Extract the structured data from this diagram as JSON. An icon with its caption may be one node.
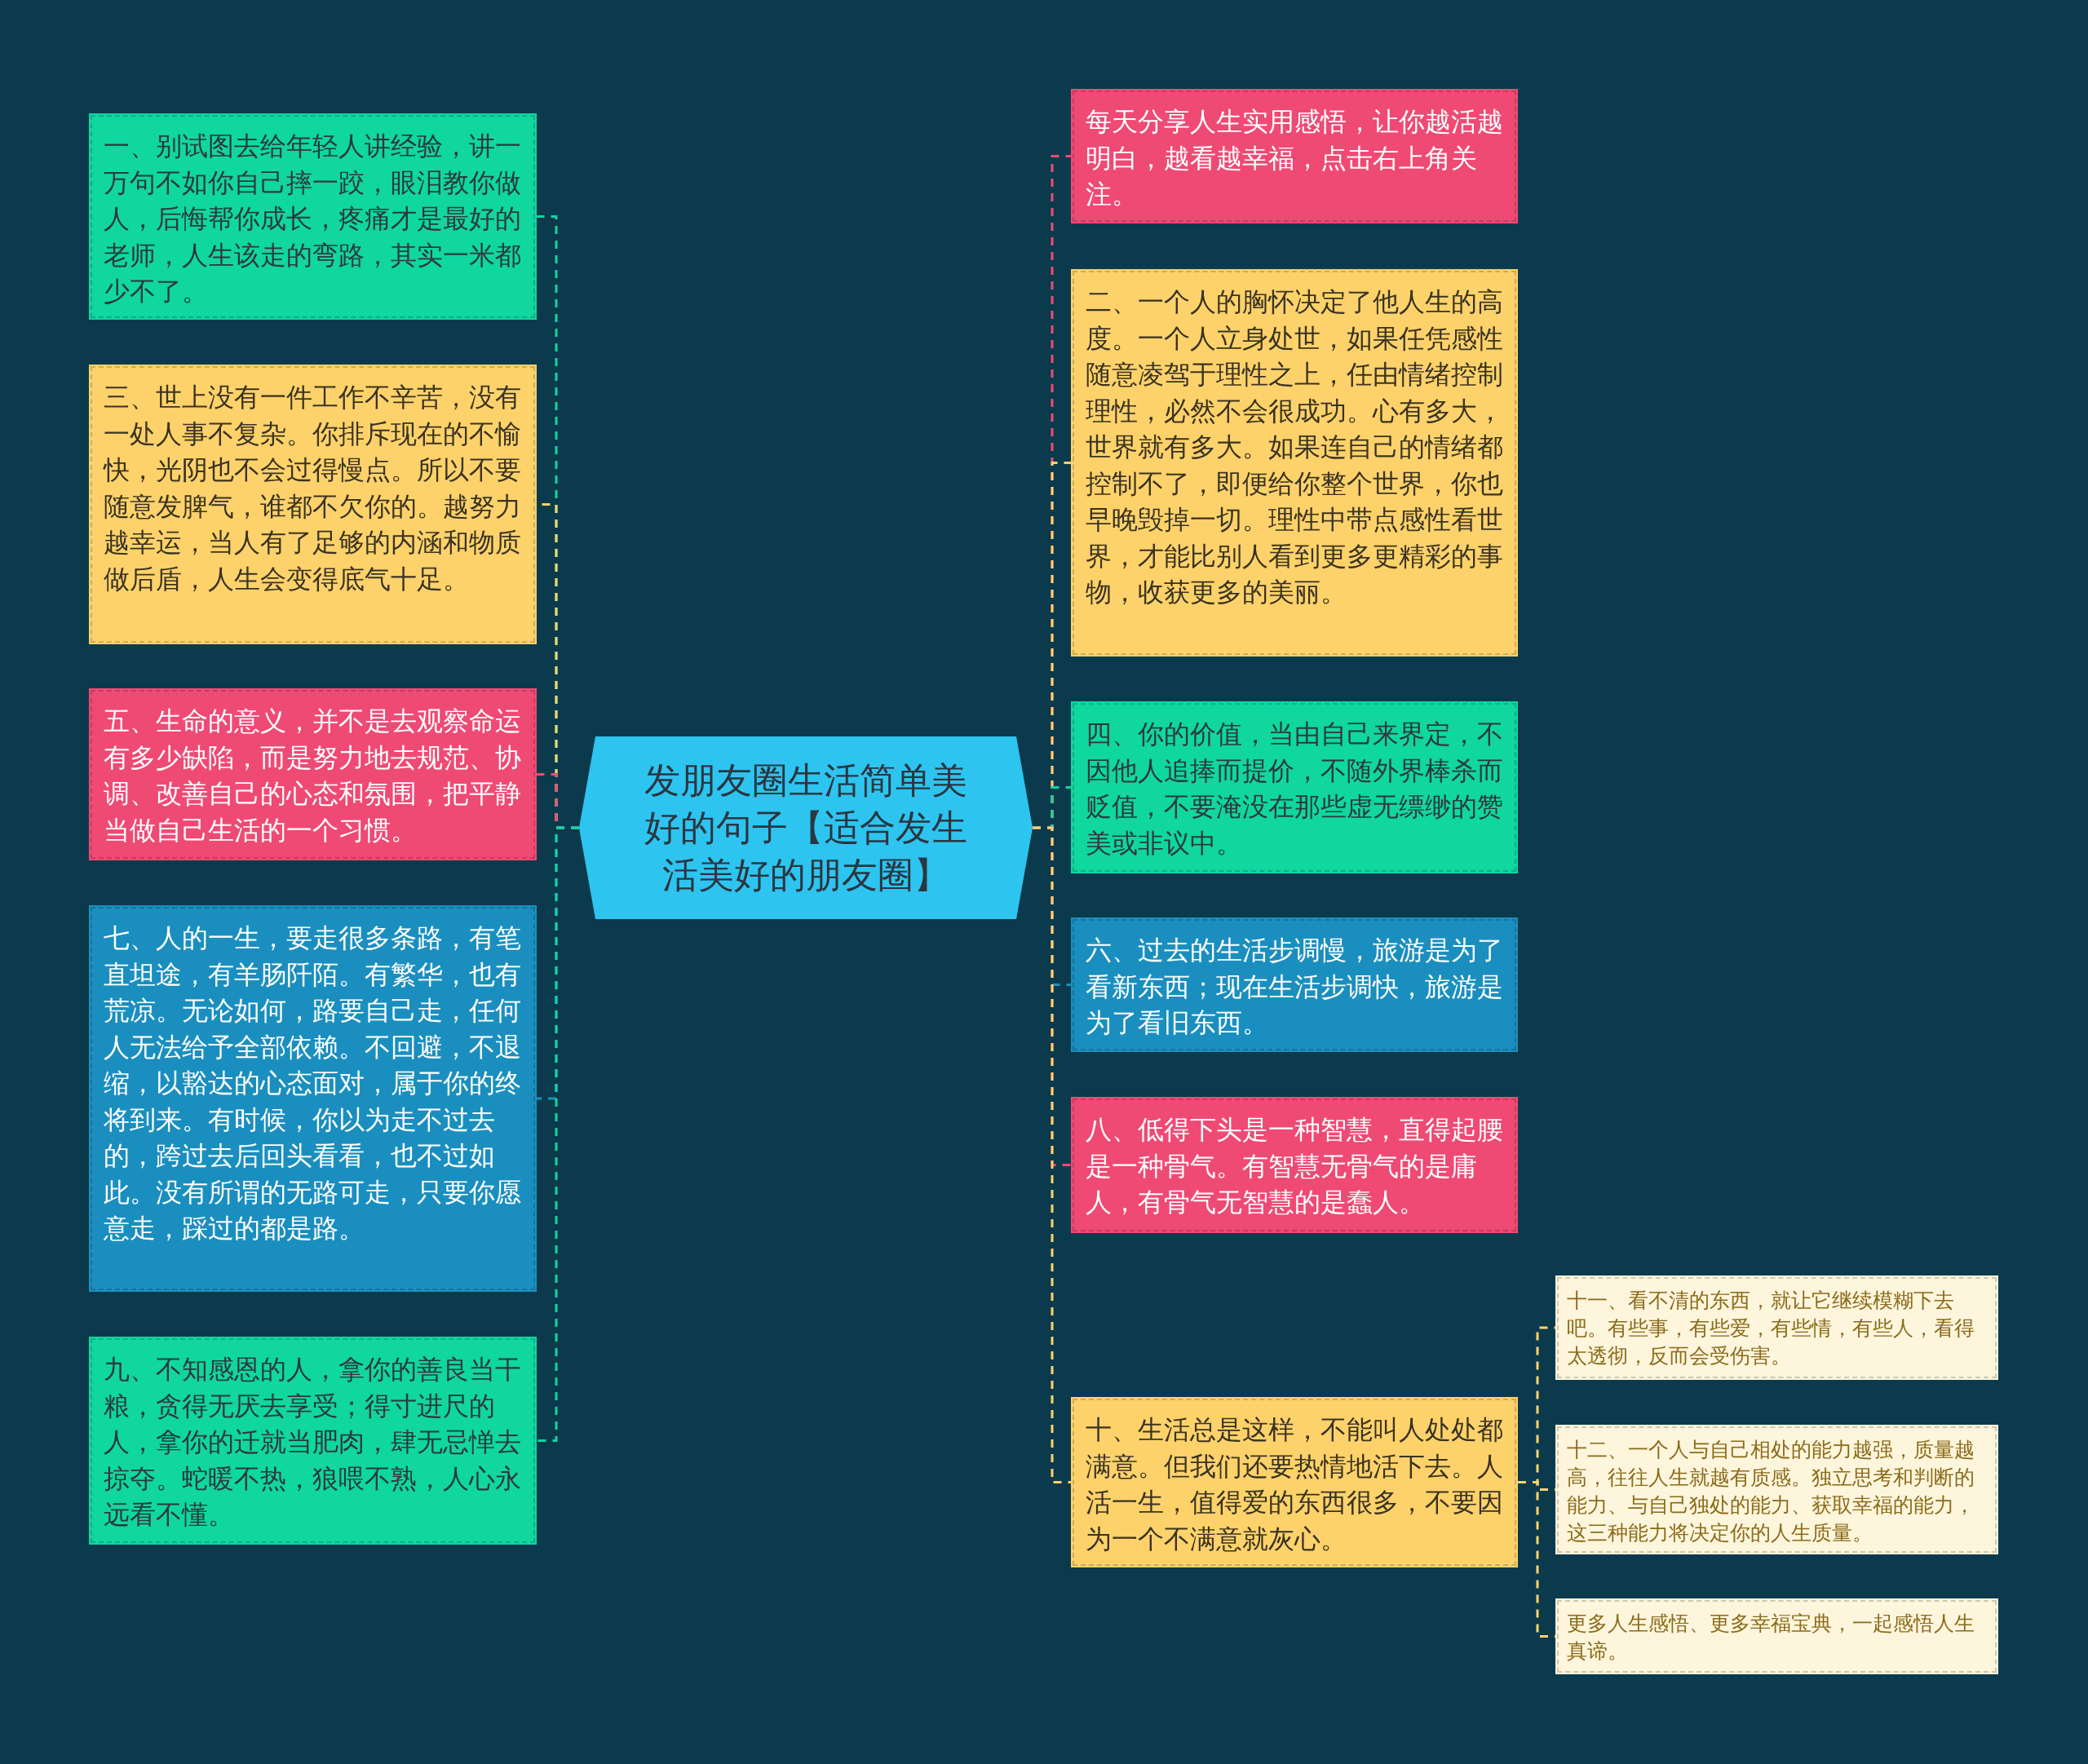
{
  "diagram": {
    "nodes": [
      {
        "text": [
          "发朋友圈生活简单美好的句子【适合发生活美好的朋友圈】"
        ]
      },
      {
        "text": [
          "一、别试图去给年轻人讲经验，讲一万句不如你自己摔一跤，眼泪教你做人，后悔帮你成长，疼痛才是最好的老师，人生该走的弯路，其实一米都少不了。"
        ]
      },
      {
        "text": [
          "三、世上没有一件工作不辛苦，没有一处人事不复杂。你排斥现在的不愉快，光阴也不会过得慢点。所以不要随意发脾气，谁都不欠你的。越努力越幸运，当人有了足够的内涵和物质做后盾，人生会变得底气十足。"
        ]
      },
      {
        "text": [
          "五、生命的意义，并不是去观察命运有多少缺陷，而是努力地去规范、协调、改善自己的心态和氛围，把平静当做自己生活的一个习惯。"
        ]
      },
      {
        "text": [
          "七、人的一生，要走很多条路，有笔直坦途，有羊肠阡陌。有繁华，也有荒凉。无论如何，路要自己走，任何人无法给予全部依赖。不回避，不退缩，以豁达的心态面对，属于你的终将到来。有时候，你以为走不过去的，跨过去后回头看看，也不过如此。没有所谓的无路可走，只要你愿意走，踩过的都是路。"
        ]
      },
      {
        "text": [
          "九、不知感恩的人，拿你的善良当干粮，贪得无厌去享受；得寸进尺的人，拿你的迁就当肥肉，肆无忌惮去掠夺。蛇暖不热，狼喂不熟，人心永远看不懂。"
        ]
      },
      {
        "text": [
          "每天分享人生实用感悟，让你越活越明白，越看越幸福，点击右上角关注。"
        ]
      },
      {
        "text": [
          "二、一个人的胸怀决定了他人生的高度。一个人立身处世，如果任凭感性随意凌驾于理性之上，任由情绪控制理性，必然不会很成功。心有多大，世界就有多大。如果连自己的情绪都控制不了，即便给你整个世界，你也早晚毁掉一切。理性中带点感性看世界，才能比别人看到更多更精彩的事物，收获更多的美丽。"
        ]
      },
      {
        "text": [
          "四、你的价值，当由自己来界定，不因他人追捧而提价，不随外界棒杀而贬值，不要淹没在那些虚无缥缈的赞美或非议中。"
        ]
      },
      {
        "text": [
          "六、过去的生活步调慢，旅游是为了看新东西；现在生活步调快，旅游是为了看旧东西。"
        ]
      },
      {
        "text": [
          "八、低得下头是一种智慧，直得起腰是一种骨气。有智慧无骨气的是庸人，有骨气无智慧的是蠢人。"
        ]
      },
      {
        "text": [
          "十、生活总是这样，不能叫人处处都满意。但我们还要热情地活下去。人活一生，值得爱的东西很多，不要因为一个不满意就灰心。"
        ]
      },
      {
        "text": [
          "十一、看不清的东西，就让它继续模糊下去吧。有些事，有些爱，有些情，有些人，看得太透彻，反而会受伤害。"
        ]
      },
      {
        "text": [
          "十二、一个人与自己相处的能力越强，质量越高，往往人生就越有质感。独立思考和判断的能力、与自己独处的能力、获取幸福的能力，这三种能力将决定你的人生质量。"
        ]
      },
      {
        "text": [
          "更多人生感悟、更多幸福宝典，一起感悟人生真谛。"
        ]
      }
    ],
    "edges": [
      {
        "from": 0,
        "to": 1,
        "arrow": "none",
        "style": "dashed",
        "color": "#10d6a0"
      },
      {
        "from": 0,
        "to": 2,
        "arrow": "none",
        "style": "dashed",
        "color": "#fdd26b"
      },
      {
        "from": 0,
        "to": 3,
        "arrow": "none",
        "style": "dashed",
        "color": "#ef4a74"
      },
      {
        "from": 0,
        "to": 4,
        "arrow": "none",
        "style": "dashed",
        "color": "#1a8fbf"
      },
      {
        "from": 0,
        "to": 5,
        "arrow": "none",
        "style": "dashed",
        "color": "#10d6a0"
      },
      {
        "from": 0,
        "to": 6,
        "arrow": "none",
        "style": "dashed",
        "color": "#ef4a74"
      },
      {
        "from": 0,
        "to": 7,
        "arrow": "none",
        "style": "dashed",
        "color": "#fdd26b"
      },
      {
        "from": 0,
        "to": 8,
        "arrow": "none",
        "style": "dashed",
        "color": "#10d6a0"
      },
      {
        "from": 0,
        "to": 9,
        "arrow": "none",
        "style": "dashed",
        "color": "#1a8fbf"
      },
      {
        "from": 0,
        "to": 10,
        "arrow": "none",
        "style": "dashed",
        "color": "#ef4a74"
      },
      {
        "from": 0,
        "to": 11,
        "arrow": "none",
        "style": "dashed",
        "color": "#fdd26b"
      },
      {
        "from": 11,
        "to": 12,
        "arrow": "none",
        "style": "dashed",
        "color": "#fdd26b"
      },
      {
        "from": 11,
        "to": 13,
        "arrow": "none",
        "style": "dashed",
        "color": "#fdd26b"
      },
      {
        "from": 11,
        "to": 14,
        "arrow": "none",
        "style": "dashed",
        "color": "#fdd26b"
      }
    ]
  }
}
